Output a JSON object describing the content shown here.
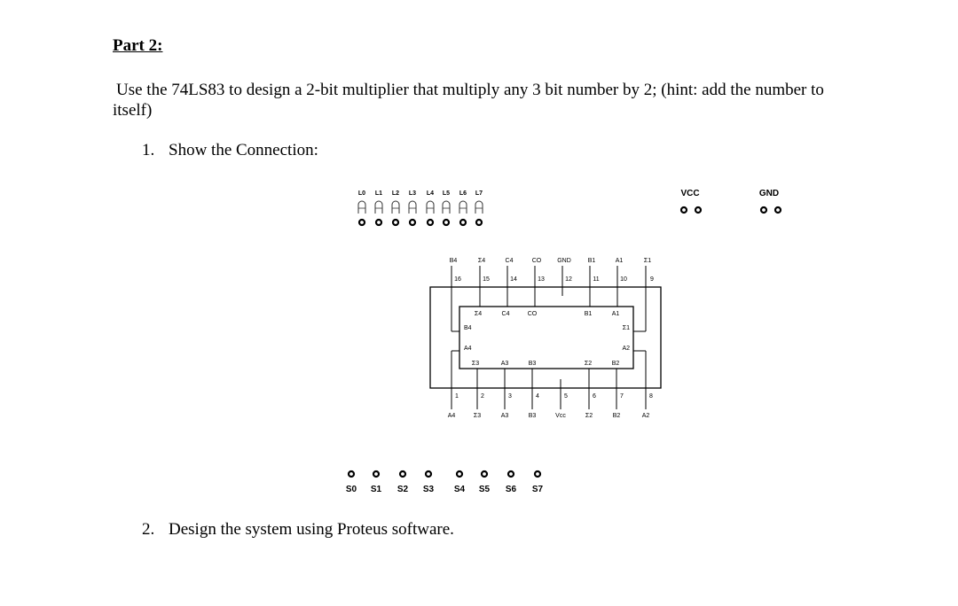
{
  "heading": "Part 2:",
  "intro": "Use the 74LS83 to design a 2-bit multiplier that multiply any 3 bit number by 2; (hint: add the number to itself)",
  "steps": [
    {
      "num": "1.",
      "text": "Show the Connection:"
    },
    {
      "num": "2.",
      "text": "Design the system using Proteus software."
    }
  ],
  "diagram": {
    "leds": [
      "L0",
      "L1",
      "L2",
      "L3",
      "L4",
      "L5",
      "L6",
      "L7"
    ],
    "switches": [
      "S0",
      "S1",
      "S2",
      "S3",
      "S4",
      "S5",
      "S6",
      "S7"
    ],
    "vcc_label": "VCC",
    "gnd_label": "GND",
    "chip": {
      "top_pins": [
        {
          "name": "B4",
          "num": "16"
        },
        {
          "name": "Σ4",
          "num": "15"
        },
        {
          "name": "C4",
          "num": "14"
        },
        {
          "name": "CO",
          "num": "13"
        },
        {
          "name": "GND",
          "num": "12"
        },
        {
          "name": "B1",
          "num": "11"
        },
        {
          "name": "A1",
          "num": "10"
        },
        {
          "name": "Σ1",
          "num": "9"
        }
      ],
      "bottom_pins": [
        {
          "name": "A4",
          "num": "1"
        },
        {
          "name": "Σ3",
          "num": "2"
        },
        {
          "name": "A3",
          "num": "3"
        },
        {
          "name": "B3",
          "num": "4"
        },
        {
          "name": "Vcc",
          "num": "5"
        },
        {
          "name": "Σ2",
          "num": "6"
        },
        {
          "name": "B2",
          "num": "7"
        },
        {
          "name": "A2",
          "num": "8"
        }
      ],
      "inner_labels": {
        "top_row": [
          "Σ4",
          "C4",
          "CO",
          "B1",
          "A1"
        ],
        "left": [
          "B4",
          "A4"
        ],
        "right": [
          "Σ1",
          "A2"
        ],
        "bottom_row": [
          "Σ3",
          "A3",
          "B3",
          "Σ2",
          "B2"
        ]
      }
    }
  }
}
